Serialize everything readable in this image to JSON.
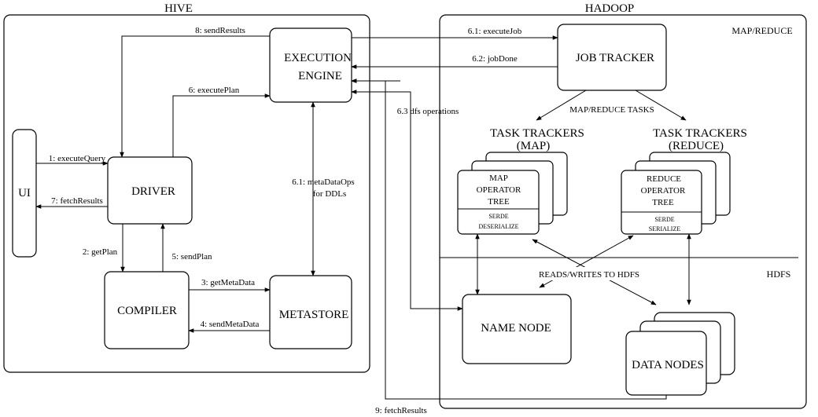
{
  "hive": {
    "title": "HIVE",
    "ui": "UI",
    "driver": "DRIVER",
    "compiler": "COMPILER",
    "metastore": "METASTORE",
    "engine": [
      "EXECUTION",
      "ENGINE"
    ],
    "arrows": {
      "executeQuery": "1: executeQuery",
      "fetchResults": "7: fetchResults",
      "getPlan": "2: getPlan",
      "sendPlan": "5: sendPlan",
      "getMetaData": "3: getMetaData",
      "sendMetaData": "4: sendMetaData",
      "executePlan": "6: executePlan",
      "sendResults": "8: sendResults",
      "metaDataOps": [
        "6.1: metaDataOps",
        "for DDLs"
      ]
    }
  },
  "hadoop": {
    "title": "HADOOP",
    "mapreduce_label": "MAP/REDUCE",
    "hdfs_label": "HDFS",
    "job_tracker": "JOB TRACKER",
    "mapreduce_tasks": "MAP/REDUCE TASKS",
    "task_trackers_map": [
      "TASK TRACKERS",
      "(MAP)"
    ],
    "task_trackers_reduce": [
      "TASK TRACKERS",
      "(REDUCE)"
    ],
    "map_operator": [
      "MAP",
      "OPERATOR",
      "TREE"
    ],
    "map_serde": [
      "SERDE",
      "DESERIALIZE"
    ],
    "reduce_operator": [
      "REDUCE",
      "OPERATOR",
      "TREE"
    ],
    "reduce_serde": [
      "SERDE",
      "SERIALIZE"
    ],
    "reads_writes": "READS/WRITES TO HDFS",
    "name_node": "NAME NODE",
    "data_nodes": "DATA NODES",
    "arrows": {
      "executeJob": "6.1: executeJob",
      "jobDone": "6.2: jobDone",
      "dfs_operations": "6.3 dfs operations",
      "fetchResults_final": "9: fetchResults"
    }
  }
}
